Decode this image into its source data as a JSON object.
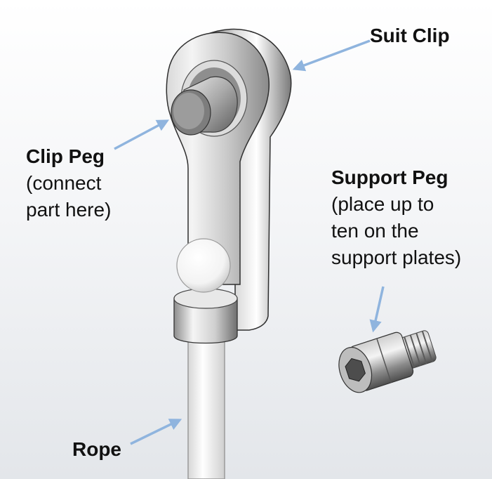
{
  "labels": {
    "suit_clip": {
      "title": "Suit Clip"
    },
    "clip_peg": {
      "title": "Clip Peg",
      "lines": [
        "(connect",
        "part here)"
      ]
    },
    "support_peg": {
      "title": "Support Peg",
      "lines": [
        "(place up to",
        "ten on the",
        "support plates)"
      ]
    },
    "rope": {
      "title": "Rope"
    }
  },
  "colors": {
    "arrow": "#8fb4de",
    "metal_light": "#f2f2f2",
    "metal_mid": "#b8b8b8",
    "metal_dark": "#4a4a4a",
    "rope": "#f7f7f7",
    "ball": "#ffffff"
  }
}
